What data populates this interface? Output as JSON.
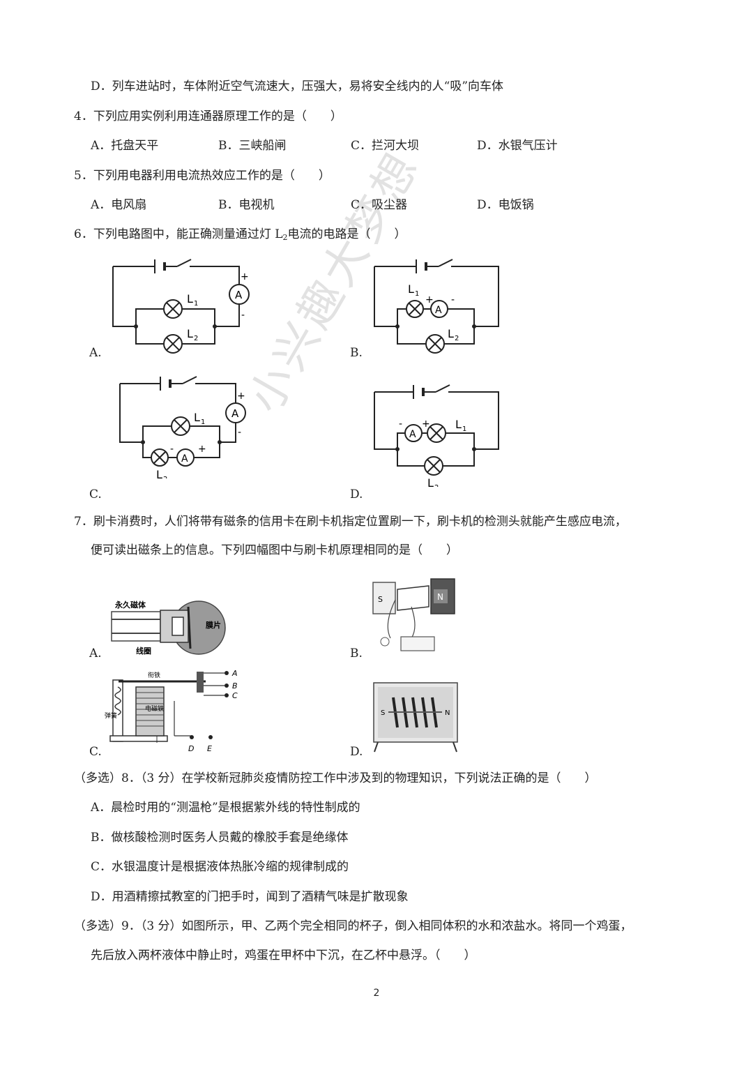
{
  "q3": {
    "optD": "D．列车进站时，车体附近空气流速大，压强大，易将安全线内的人“吸”向车体"
  },
  "q4": {
    "stem": "4．下列应用实例利用连通器原理工作的是（　　）",
    "options": [
      "A．托盘天平",
      "B．三峡船闸",
      "C．拦河大坝",
      "D．水银气压计"
    ]
  },
  "q5": {
    "stem": "5．下列用电器利用电流热效应工作的是（　　）",
    "options": [
      "A．电风扇",
      "B．电视机",
      "C．吸尘器",
      "D．电饭锅"
    ]
  },
  "q6": {
    "stem_prefix": "6．下列电路图中，能正确测量通过灯 L",
    "stem_sub": "2",
    "stem_suffix": "电流的电路是（　　）",
    "labels": [
      "A.",
      "B.",
      "C.",
      "D."
    ],
    "lamp1": "L",
    "lamp2": "L",
    "sub1": "1",
    "sub2": "2",
    "meter": "A",
    "plus": "+",
    "minus": "-"
  },
  "q7": {
    "line1": "7．刷卡消费时，人们将带有磁条的信用卡在刷卡机指定位置刷一下，刷卡机的检测头就能产生感应电流，",
    "line2": "便可读出磁条上的信息。下列四幅图中与刷卡机原理相同的是（　　）",
    "labels": [
      "A.",
      "B.",
      "C.",
      "D."
    ],
    "figA": {
      "magnet": "永久磁体",
      "coil": "线圈",
      "diaphragm": "膜片"
    },
    "figB": {
      "s": "S",
      "n": "N"
    },
    "figC": {
      "armature": "衔铁",
      "spring": "弹簧",
      "magnet": "电磁铁",
      "a": "A",
      "b": "B",
      "c": "C",
      "d": "D",
      "e": "E"
    },
    "figD": {
      "s": "S",
      "n": "N"
    }
  },
  "q8": {
    "stem": "（多选）8．（3 分）在学校新冠肺炎疫情防控工作中涉及到的物理知识，下列说法正确的是（　　）",
    "options": [
      "A．晨检时用的“测温枪”是根据紫外线的特性制成的",
      "B．做核酸检测时医务人员戴的橡胶手套是绝缘体",
      "C．水银温度计是根据液体热胀冷缩的规律制成的",
      "D．用酒精擦拭教室的门把手时，闻到了酒精气味是扩散现象"
    ]
  },
  "q9": {
    "line1": "（多选）9．（3 分）如图所示，甲、乙两个完全相同的杯子，倒入相同体积的水和浓盐水。将同一个鸡蛋，",
    "line2": "先后放入两杯液体中静止时，鸡蛋在甲杯中下沉，在乙杯中悬浮。（　　）"
  },
  "watermark": "小兴趣大梦想",
  "page_number": "2"
}
